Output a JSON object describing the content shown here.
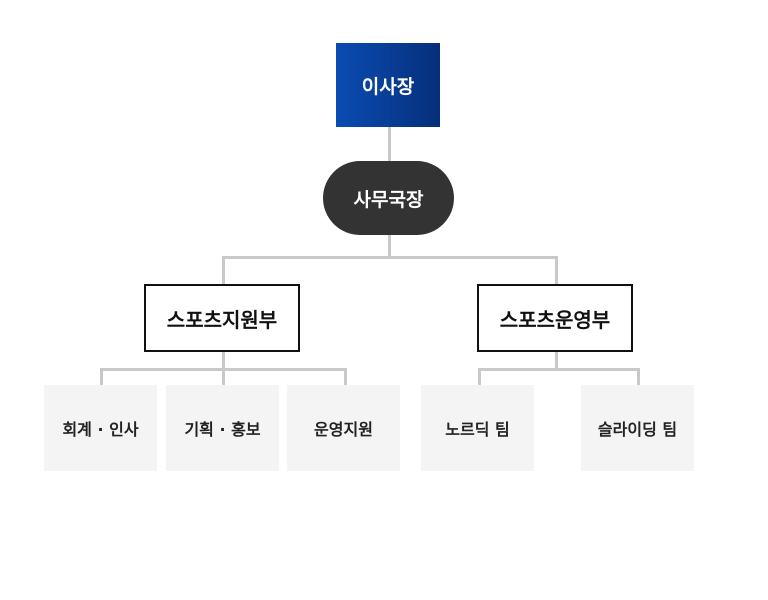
{
  "org": {
    "chairman": "이사장",
    "secretary_general": "사무국장",
    "divisions": [
      {
        "name": "스포츠지원부",
        "teams": [
          "회계 · 인사",
          "기획 · 홍보",
          "운영지원"
        ]
      },
      {
        "name": "스포츠운영부",
        "teams": [
          "노르딕 팀",
          "슬라이딩 팀"
        ]
      }
    ]
  },
  "colors": {
    "chairman_bg_start": "#0a4cb3",
    "chairman_bg_end": "#062f7a",
    "secretary_bg": "#333333",
    "division_border": "#111111",
    "team_bg": "#f4f4f4",
    "connector": "#c9c9c9"
  }
}
